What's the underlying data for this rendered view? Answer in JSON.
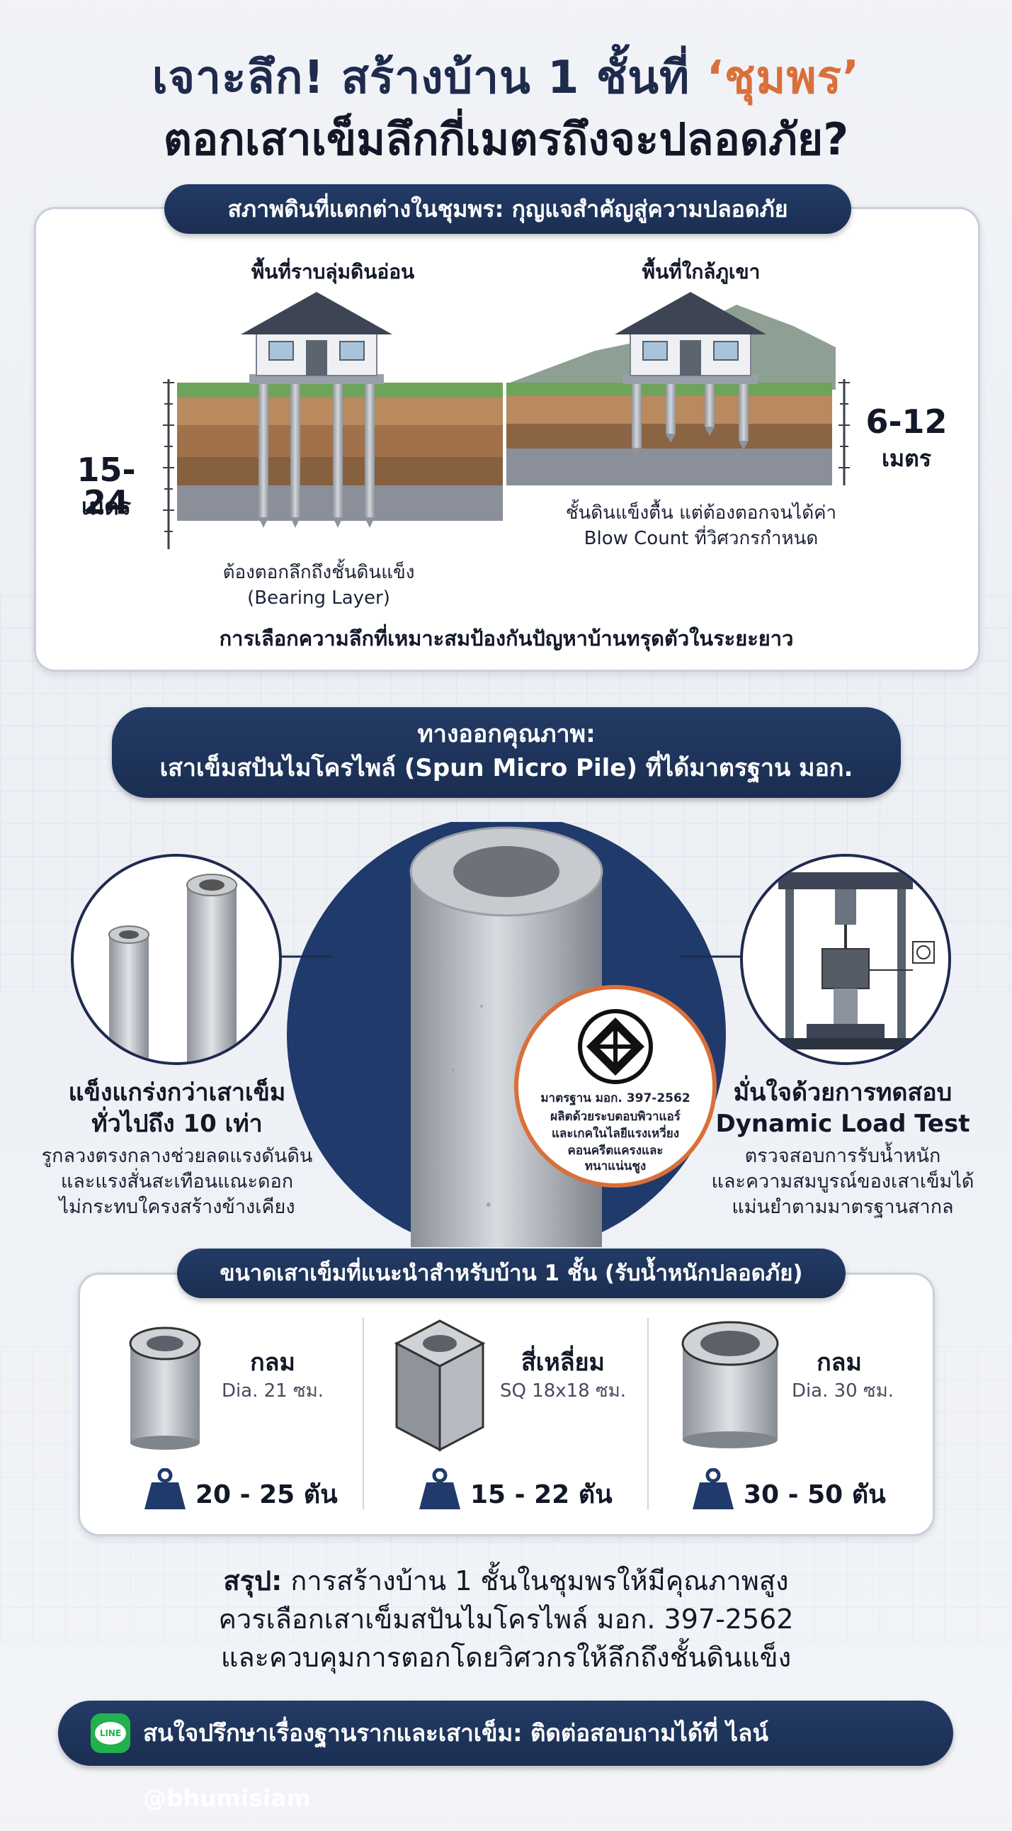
{
  "header": {
    "line1_prefix": "เจาะลึก! สร้างบ้าน 1 ชั้นที่ ",
    "line1_accent": "‘ชุมพร’",
    "line2": "ตอกเสาเข็มลึกกี่เมตรถึงจะปลอดภัย?"
  },
  "soil_section": {
    "banner": "สภาพดินที่แตกต่างในชุมพร: กุญแจสำคัญสู่ความปลอดภัย",
    "left_title": "พื้นที่ราบลุ่มดินอ่อน",
    "right_title": "พื้นที่ใกล้ภูเขา",
    "left_depth_value": "15-24",
    "left_depth_unit": "เมตร",
    "right_depth_value": "6-12",
    "right_depth_unit": "เมตร",
    "left_caption_1": "ต้องตอกลึกถึงชั้นดินแข็ง",
    "left_caption_2": "(Bearing Layer)",
    "right_caption_1": "ชั้นดินแข็งตื้น แต่ต้องตอกจนได้ค่า",
    "right_caption_2": "Blow Count ที่วิศวกรกำหนด",
    "bottom_note": "การเลือกความลึกที่เหมาะสมป้องกันปัญหาบ้านทรุดตัวในระยะยาว"
  },
  "solution": {
    "line1": "ทางออกคุณภาพ:",
    "line2": "เสาเข็มสปันไมโครไพล์ (Spun Micro Pile) ที่ได้มาตรฐาน มอก."
  },
  "features": {
    "left_title_1": "แข็งแกร่งกว่าเสาเข็ม",
    "left_title_2": "ทั่วไปถึง 10 เท่า",
    "left_body_1": "รูกลวงตรงกลางช่วยลดแรงดันดิน",
    "left_body_2": "และแรงสั่นสะเทือนแณะดอก",
    "left_body_3": "ไม่กระทบใครงสร้างข้างเคียง",
    "right_title_1": "มั่นใจด้วยการทดสอบ",
    "right_title_2": "Dynamic Load Test",
    "right_body_1": "ตรวจสอบการรับน้ำหนัก",
    "right_body_2": "และความสมบูรณ์ของเสาเข็มได้",
    "right_body_3": "แม่นยำตามมาตรฐานสากล",
    "badge_line1": "มาตรฐาน มอก. 397-2562",
    "badge_line2": "ผลิตด้วยระบตอบพิวาแอร์",
    "badge_line3": "และเกคในไลยีแรงเหวี่ยง",
    "badge_line4": "คอนครีตแครงและ",
    "badge_line5": "ทนาแน่นชูง"
  },
  "sizes": {
    "banner": "ขนาดเสาเข็มที่แนะนำสำหรับบ้าน 1 ชั้น (รับน้ำหนักปลอดภัย)",
    "items": [
      {
        "name": "กลม",
        "spec": "Dia. 21 ซม.",
        "load": "20 - 25 ตัน"
      },
      {
        "name": "สี่เหลี่ยม",
        "spec": "SQ 18x18 ซม.",
        "load": "15 - 22 ตัน"
      },
      {
        "name": "กลม",
        "spec": "Dia. 30 ซม.",
        "load": "30 - 50 ตัน"
      }
    ]
  },
  "summary": {
    "label": "สรุป:",
    "line1": " การสร้างบ้าน 1 ชั้นในชุมพรให้มีคุณภาพสูง",
    "line2": "ควรเลือกเสาเข็มสปันไมโครไพล์ มอก. 397-2562",
    "line3": "และควบคุมการตอกโดยวิศวกรให้ลึกถึงชั้นดินแข็ง"
  },
  "footer": {
    "line_icon_text": "LINE",
    "text": "สนใจปรึกษาเรื่องฐานรากและเสาเข็ม: ติดต่อสอบถามได้ที่ ไลน์ @bhumisiam"
  },
  "colors": {
    "navy": "#1f2b4d",
    "accent": "#d9703a",
    "line_green": "#22b14c"
  }
}
